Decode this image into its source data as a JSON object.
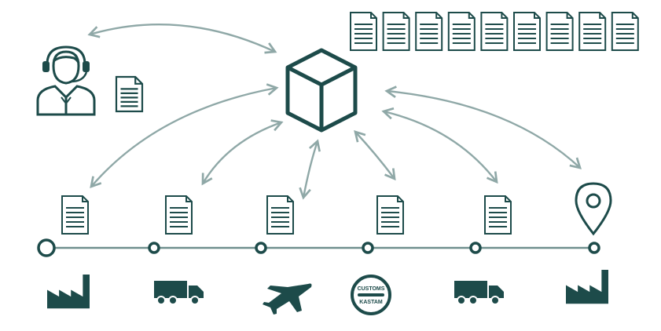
{
  "colors": {
    "primary": "#1d4b4a",
    "arrow": "#8fa8a7",
    "line": "#6f8f8e",
    "background": "#ffffff"
  },
  "icons": {
    "agent": "customer-service-agent-icon",
    "hub": "cube-icon",
    "document": "document-icon",
    "destination": "location-pin-icon",
    "origin": "factory-icon",
    "truck": "truck-icon",
    "plane": "airplane-icon",
    "customs": "customs-stamp-icon",
    "destination_site": "factory-icon"
  },
  "customs_badge": {
    "top_text": "CUSTOMS",
    "bottom_text": "KASTAM"
  },
  "timeline": {
    "stages": [
      "factory",
      "truck",
      "airplane",
      "customs",
      "truck",
      "factory"
    ]
  }
}
